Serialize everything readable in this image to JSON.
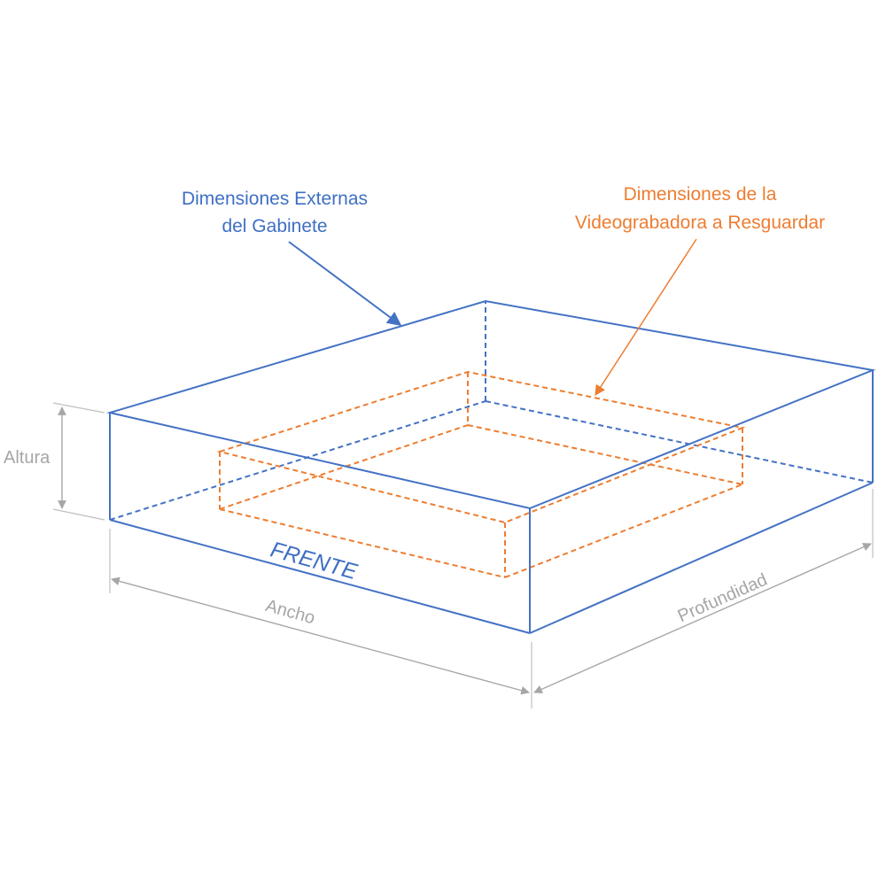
{
  "labels": {
    "external_line1": "Dimensiones Externas",
    "external_line2": "del Gabinete",
    "recorder_line1": "Dimensiones de la",
    "recorder_line2": "Videograbadora a Resguardar",
    "height": "Altura",
    "width": "Ancho",
    "depth": "Profundidad",
    "front": "FRENTE"
  },
  "colors": {
    "cabinet": "#4472c4",
    "recorder": "#ed7d31",
    "dimension": "#a6a6a6"
  }
}
